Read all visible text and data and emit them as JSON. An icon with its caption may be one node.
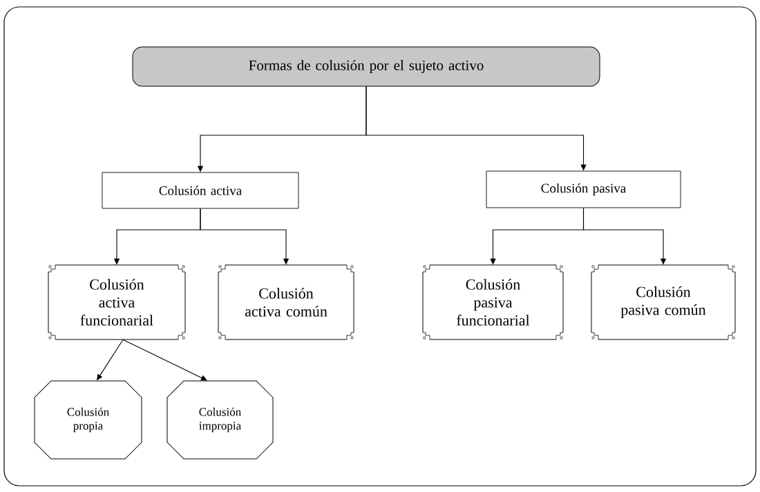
{
  "diagram": {
    "nodes": [
      {
        "text": [
          "Formas de colusión por el sujeto activo"
        ]
      },
      {
        "text": [
          "Colusión activa"
        ]
      },
      {
        "text": [
          "Colusión pasiva"
        ]
      },
      {
        "text": [
          "Colusión activa funcionarial"
        ]
      },
      {
        "text": [
          "Colusión activa común"
        ]
      },
      {
        "text": [
          "Colusión pasiva funcionarial"
        ]
      },
      {
        "text": [
          "Colusión pasiva común"
        ]
      },
      {
        "text": [
          "Colusión propia"
        ]
      },
      {
        "text": [
          "Colusión impropia"
        ]
      }
    ],
    "edges": [
      {
        "from": 0,
        "to": 1,
        "arrow": "to"
      },
      {
        "from": 0,
        "to": 2,
        "arrow": "to"
      },
      {
        "from": 1,
        "to": 3,
        "arrow": "to"
      },
      {
        "from": 1,
        "to": 4,
        "arrow": "to"
      },
      {
        "from": 2,
        "to": 5,
        "arrow": "to"
      },
      {
        "from": 2,
        "to": 6,
        "arrow": "to"
      },
      {
        "from": 3,
        "to": 7,
        "arrow": "to"
      },
      {
        "from": 3,
        "to": 8,
        "arrow": "to"
      }
    ]
  }
}
